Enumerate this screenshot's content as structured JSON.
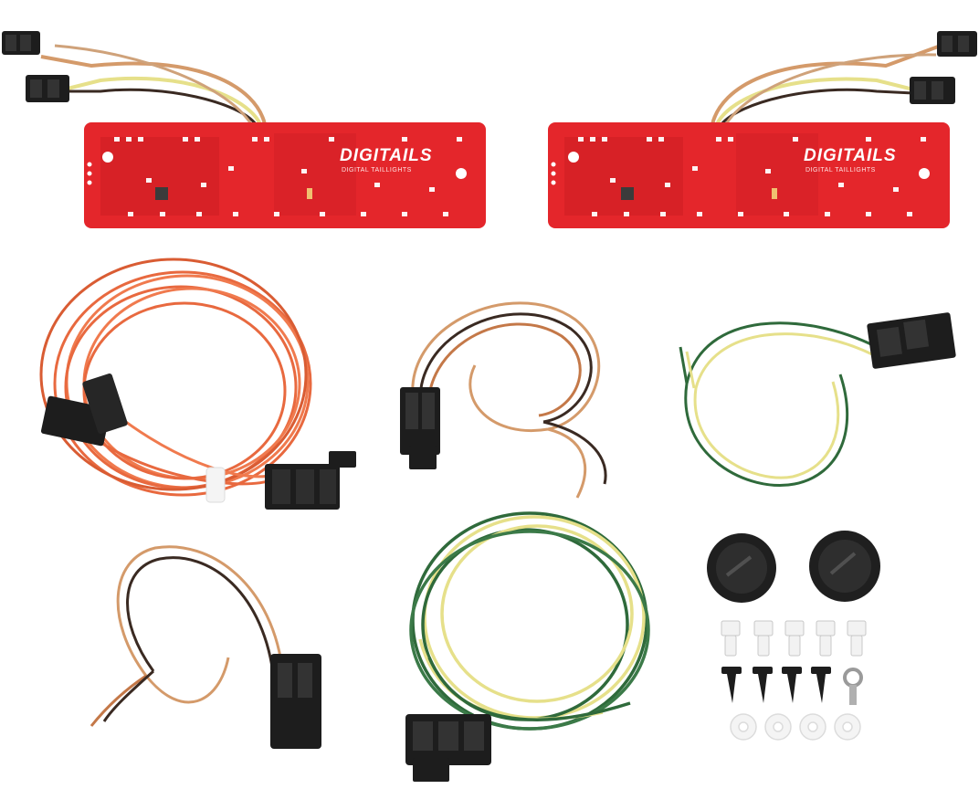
{
  "product": {
    "board_brand": "DIGITAILS",
    "board_subtext": "DIGITAL TAILLIGHTS"
  },
  "colors": {
    "background": "#ffffff",
    "pcb_red": "#e4262b",
    "pcb_dark": "#c81d22",
    "wire_orange": "#e8693f",
    "wire_brown": "#3a2a22",
    "wire_tan": "#d49a6a",
    "wire_green": "#2f6a3b",
    "wire_yellow": "#e6e08a",
    "connector_black": "#1d1d1d",
    "hardware_white": "#f2f2f2"
  },
  "items": [
    "led-taillight-board-left",
    "led-taillight-board-right",
    "orange-harness-coil",
    "brown-tan-pigtail",
    "green-yellow-pigtail",
    "brown-tan-pigtail-small",
    "green-yellow-harness",
    "rubber-grommets",
    "mounting-hardware"
  ]
}
